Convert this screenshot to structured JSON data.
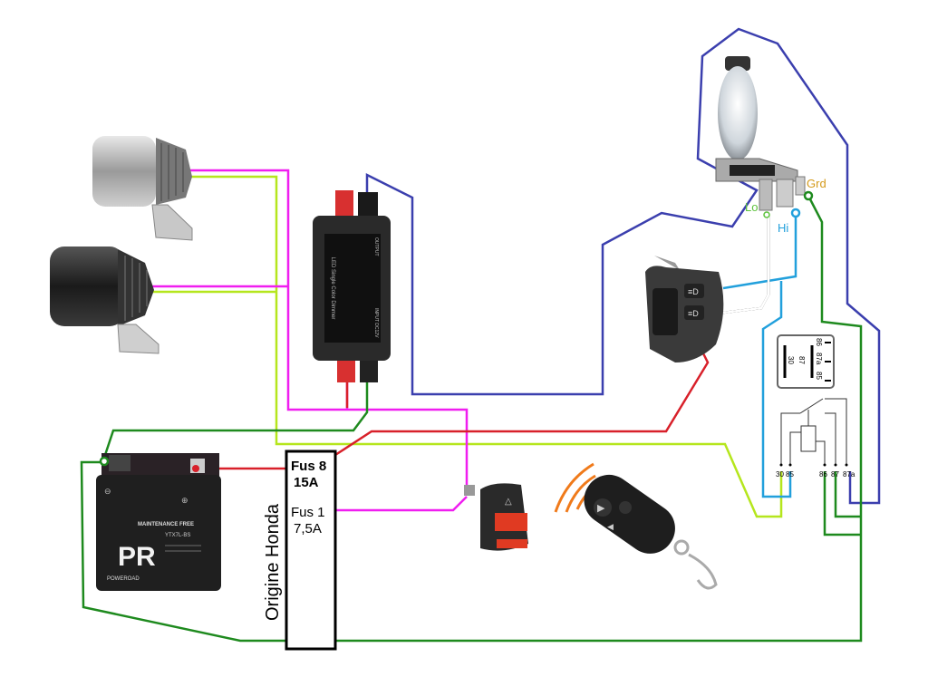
{
  "colors": {
    "pink": "#f01ef0",
    "yellow_green": "#b5e61d",
    "dark_blue": "#3b3fae",
    "green": "#1e8a1e",
    "red": "#d8202a",
    "light_blue": "#22a0dc",
    "black": "#111111",
    "orange": "#f07a1a",
    "grd_label": "#d49a1a",
    "lo_label": "#5cc23c"
  },
  "headlight": {
    "lo": "Lo",
    "hi": "Hi",
    "grd": "Grd"
  },
  "fusebox": {
    "side_label": "Origine Honda",
    "fuse8_name": "Fus 8",
    "fuse8_rating": "15A",
    "fuse1_name": "Fus 1",
    "fuse1_rating": "7,5A"
  },
  "relay": {
    "top_pins": [
      "30",
      "87",
      "86",
      "87a",
      "85"
    ],
    "bottom_pins": [
      "30",
      "85",
      "86",
      "87",
      "87a"
    ]
  },
  "battery": {
    "line1": "MAINTENANCE FREE",
    "model": "YTX7L-BS",
    "brand": "POWEROAD",
    "logo": "PR"
  },
  "dimmer": {
    "title": "LED Single Color Dimmer",
    "output": "OUTPUT",
    "input": "INPUT DC12V"
  }
}
